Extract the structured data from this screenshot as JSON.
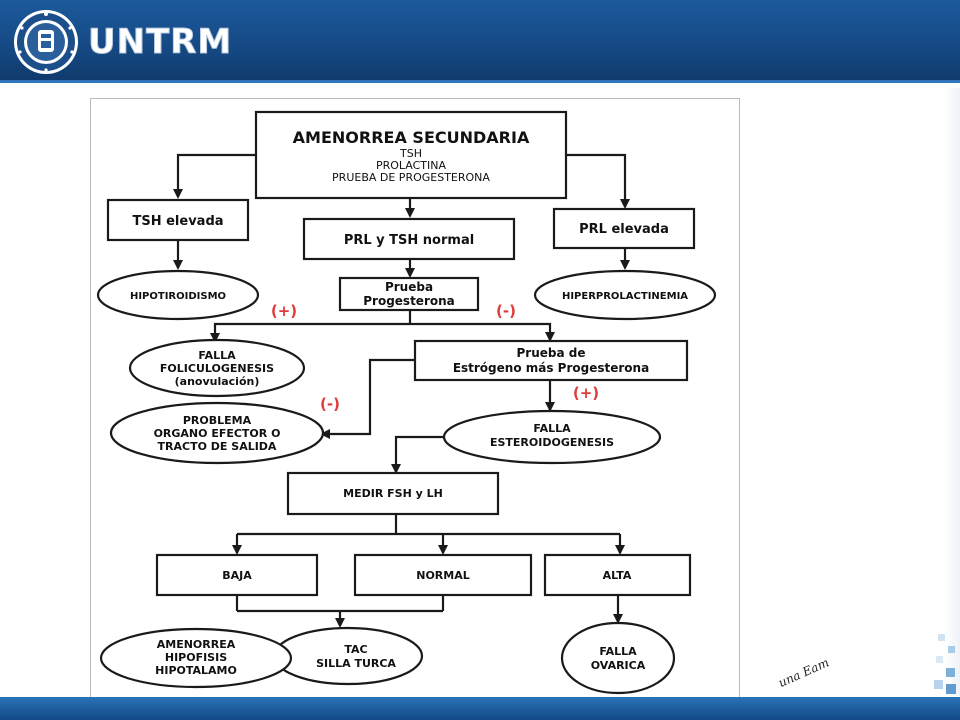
{
  "header": {
    "brand": "UNTRM",
    "brand_color": "#1c5a9c"
  },
  "footer": {
    "tagline": "una Eam"
  },
  "diagram": {
    "root": {
      "title": "AMENORREA SECUNDARIA",
      "lines": [
        "TSH",
        "PROLACTINA",
        "PRUEBA DE PROGESTERONA"
      ]
    },
    "tsh_elevada": "TSH  elevada",
    "prl_tsh_normal": "PRL y TSH normal",
    "prl_elevada": "PRL  elevada",
    "hipotiroidismo": "HIPOTIROIDISMO",
    "prueba_progesterona": [
      "Prueba",
      "Progesterona"
    ],
    "hiperprolactinemia": "HIPERPROLACTINEMIA",
    "sign_plus_1": "(+)",
    "sign_minus_1": "(-)",
    "falla_foliculogenesis": [
      "FALLA",
      "FOLICULOGENESIS",
      "(anovulación)"
    ],
    "prueba_estrogeno": [
      "Prueba de",
      "Estrógeno más Progesterona"
    ],
    "sign_minus_2": "(-)",
    "sign_plus_2": "(+)",
    "problema_organo": [
      "PROBLEMA",
      "ORGANO EFECTOR O",
      "TRACTO DE SALIDA"
    ],
    "falla_esteroidogenesis": [
      "FALLA",
      "ESTEROIDOGENESIS"
    ],
    "medir": "MEDIR FSH y LH",
    "baja": "BAJA",
    "normal": "NORMAL",
    "alta": "ALTA",
    "amenorrea_hipofisis": [
      "AMENORREA",
      "HIPOFISIS",
      "HIPOTALAMO"
    ],
    "tac": [
      "TAC",
      "SILLA TURCA"
    ],
    "falla_ovarica": [
      "FALLA",
      "OVARICA"
    ]
  },
  "colors": {
    "sign_red": "#e03a3a",
    "header_blue": "#164a85"
  }
}
